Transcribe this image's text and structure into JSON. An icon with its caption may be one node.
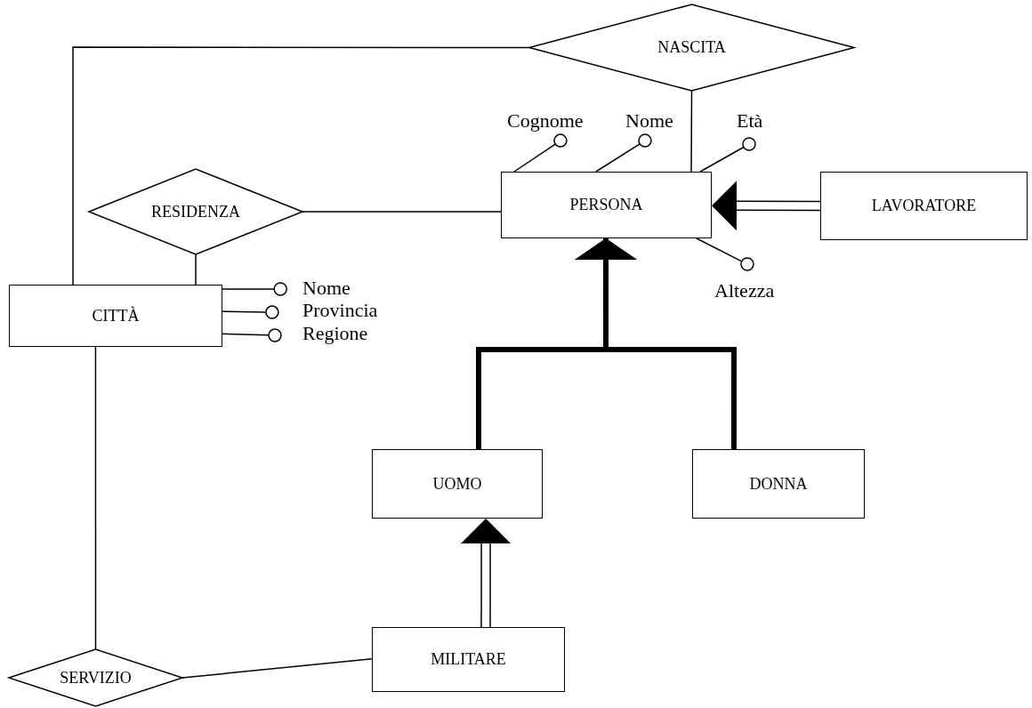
{
  "diagram": {
    "nodes": [
      {
        "text": [
          "NASCITA"
        ]
      },
      {
        "text": [
          "Cognome"
        ]
      },
      {
        "text": [
          "Nome"
        ]
      },
      {
        "text": [
          "Età"
        ]
      },
      {
        "text": [
          "RESIDENZA"
        ]
      },
      {
        "text": [
          "PERSONA"
        ]
      },
      {
        "text": [
          "LAVORATORE"
        ]
      },
      {
        "text": [
          "CITTÀ"
        ]
      },
      {
        "text": [
          "Nome"
        ]
      },
      {
        "text": [
          "Provincia"
        ]
      },
      {
        "text": [
          "Regione"
        ]
      },
      {
        "text": [
          "Altezza"
        ]
      },
      {
        "text": [
          "UOMO"
        ]
      },
      {
        "text": [
          "DONNA"
        ]
      },
      {
        "text": [
          "MILITARE"
        ]
      },
      {
        "text": [
          "SERVIZIO"
        ]
      }
    ],
    "edges": [
      {
        "from": 0,
        "to": 7,
        "arrow": "none"
      },
      {
        "from": 0,
        "to": 5,
        "arrow": "none"
      },
      {
        "from": 5,
        "to": 1,
        "arrow": "other"
      },
      {
        "from": 5,
        "to": 2,
        "arrow": "other"
      },
      {
        "from": 5,
        "to": 3,
        "arrow": "other"
      },
      {
        "from": 4,
        "to": 5,
        "arrow": "none"
      },
      {
        "from": 6,
        "to": 5,
        "arrow": "to"
      },
      {
        "from": 4,
        "to": 7,
        "arrow": "none"
      },
      {
        "from": 7,
        "to": 8,
        "arrow": "other"
      },
      {
        "from": 7,
        "to": 9,
        "arrow": "other"
      },
      {
        "from": 7,
        "to": 10,
        "arrow": "other"
      },
      {
        "from": 5,
        "to": 11,
        "arrow": "other"
      },
      {
        "from": 12,
        "to": 5,
        "arrow": "to",
        "style": "thick"
      },
      {
        "from": 13,
        "to": 5,
        "arrow": "to",
        "style": "thick"
      },
      {
        "from": 7,
        "to": 15,
        "arrow": "none"
      },
      {
        "from": 14,
        "to": 12,
        "arrow": "to"
      },
      {
        "from": 15,
        "to": 14,
        "arrow": "none"
      }
    ]
  }
}
